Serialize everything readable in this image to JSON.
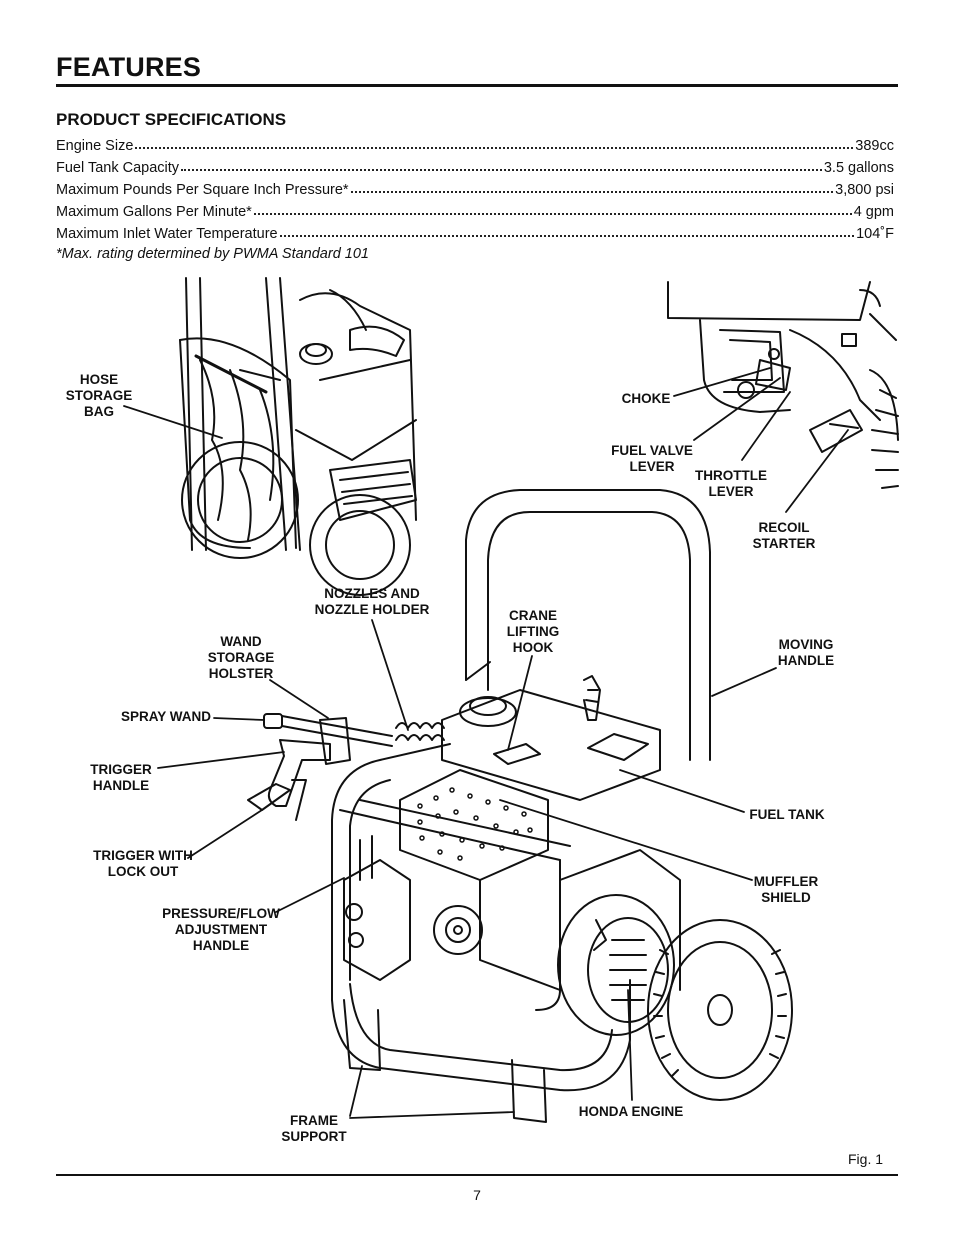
{
  "page": {
    "title": "FEATURES",
    "section_title": "PRODUCT SPECIFICATIONS",
    "specs": [
      {
        "label": "Engine Size",
        "value": "389cc"
      },
      {
        "label": "Fuel Tank Capacity",
        "value": "3.5 gallons"
      },
      {
        "label": "Maximum Pounds Per Square Inch Pressure*",
        "value": "3,800 psi"
      },
      {
        "label": "Maximum Gallons Per Minute*",
        "value": "4 gpm"
      },
      {
        "label": "Maximum Inlet Water Temperature",
        "value": "104˚F"
      }
    ],
    "footnote": "*Max. rating determined by PWMA Standard 101",
    "figure_label": "Fig. 1",
    "page_number": "7"
  },
  "callouts": {
    "hose_storage_bag": "HOSE\nSTORAGE\nBAG",
    "choke": "CHOKE",
    "fuel_valve_lever": "FUEL VALVE\nLEVER",
    "throttle_lever": "THROTTLE\nLEVER",
    "recoil_starter": "RECOIL\nSTARTER",
    "nozzles_and_holder": "NOZZLES AND\nNOZZLE HOLDER",
    "crane_lifting_hook": "CRANE\nLIFTING\nHOOK",
    "wand_storage_holster": "WAND\nSTORAGE\nHOLSTER",
    "moving_handle": "MOVING\nHANDLE",
    "spray_wand": "SPRAY WAND",
    "trigger_handle": "TRIGGER\nHANDLE",
    "fuel_tank": "FUEL TANK",
    "trigger_with_lock_out": "TRIGGER WITH\nLOCK OUT",
    "muffler_shield": "MUFFLER\nSHIELD",
    "pressure_flow_handle": "PRESSURE/FLOW\nADJUSTMENT\nHANDLE",
    "frame_support": "FRAME\nSUPPORT",
    "honda_engine": "HONDA ENGINE"
  }
}
